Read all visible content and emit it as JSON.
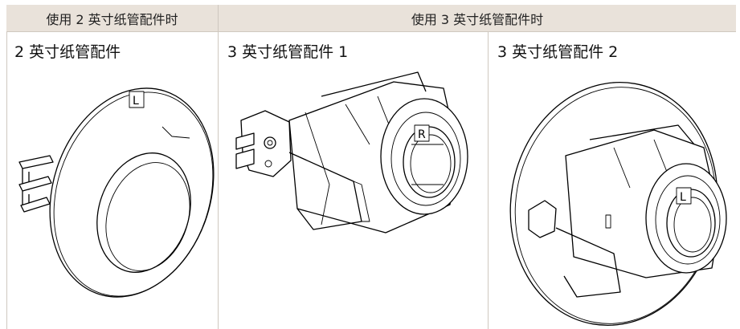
{
  "header": {
    "col1": "使用 2 英寸纸管配件时",
    "col2": "使用 3 英寸纸管配件时"
  },
  "cells": {
    "c1_title": "2 英寸纸管配件",
    "c2_title": "3 英寸纸管配件 1",
    "c3_title": "3 英寸纸管配件 2"
  },
  "labels": {
    "l1": "L",
    "r2": "R",
    "l3": "L"
  }
}
